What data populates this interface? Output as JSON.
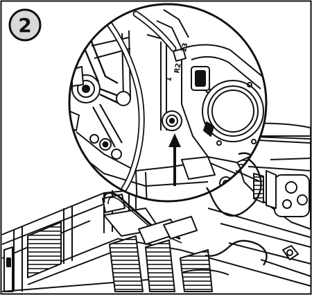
{
  "step": {
    "number": "2"
  },
  "detail": {
    "labels": [
      "13",
      "R2",
      "1"
    ]
  },
  "colors": {
    "ink": "#111111",
    "paper": "#ffffff",
    "shade": "#d9d9d9"
  },
  "icons": {
    "arrow": "up-arrow-icon"
  }
}
